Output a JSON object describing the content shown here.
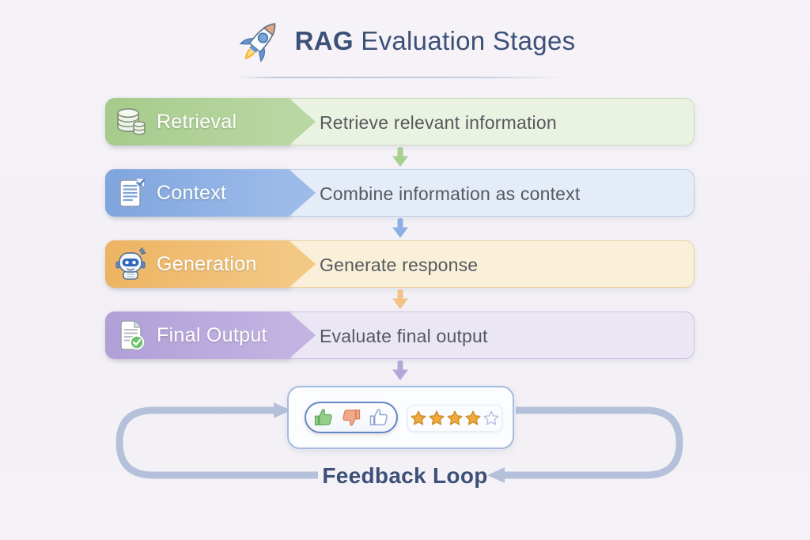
{
  "title": {
    "brand": "RAG",
    "rest": " Evaluation Stages"
  },
  "stages": [
    {
      "label": "Retrieval",
      "description": "Retrieve relevant information",
      "icon": "database-icon",
      "theme": {
        "label_bg": "#a5cb8b",
        "label_bg2": "#b9d7a2",
        "body_bg": "#eaf2e1",
        "body_border": "#c9dfba",
        "arrow": "#a9d08f"
      }
    },
    {
      "label": "Context",
      "description": "Combine information as context",
      "icon": "document-check-icon",
      "theme": {
        "label_bg": "#7fa5de",
        "label_bg2": "#9dbbe9",
        "body_bg": "#e4ecf8",
        "body_border": "#b9cdeb",
        "arrow": "#8cb0e3"
      }
    },
    {
      "label": "Generation",
      "description": "Generate response",
      "icon": "robot-icon",
      "theme": {
        "label_bg": "#edb362",
        "label_bg2": "#f3c884",
        "body_bg": "#faf0d9",
        "body_border": "#ecd2a0",
        "arrow": "#f2c287"
      }
    },
    {
      "label": "Final Output",
      "description": "Evaluate final output",
      "icon": "document-approved-icon",
      "theme": {
        "label_bg": "#b19fd7",
        "label_bg2": "#c2b3e2",
        "body_bg": "#ebe6f4",
        "body_border": "#cfc4e6",
        "arrow": "#b3a7d8"
      }
    }
  ],
  "feedback_widget": {
    "thumb_icons": [
      "thumbs-up-icon",
      "thumbs-down-icon",
      "thumbs-up-outline-icon"
    ],
    "stars_filled": 4,
    "stars_total": 5,
    "star_filled_color": "#f1a83c",
    "star_empty_color": "#fdfdff"
  },
  "feedback_loop_label": "Feedback Loop",
  "colors": {
    "background": "#f4f1f6",
    "title_text": "#3c5078",
    "description_text": "#56595e",
    "loop_arrow": "#b5c1da"
  }
}
